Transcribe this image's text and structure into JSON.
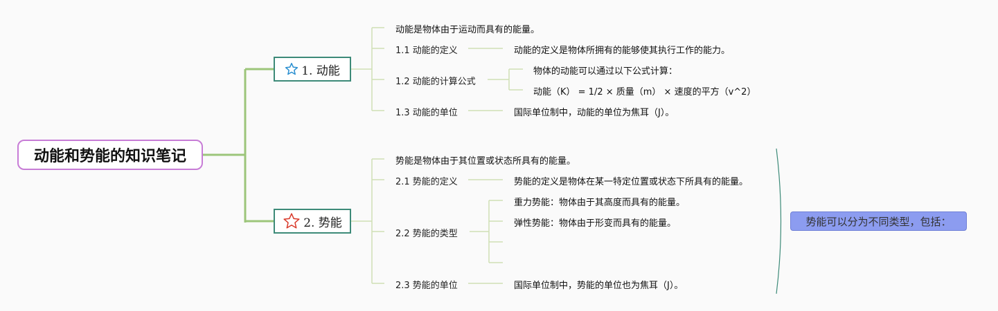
{
  "root": {
    "title": "动能和势能的知识笔记"
  },
  "branches": [
    {
      "label": "1. 动能",
      "icon": "star-outline-blue",
      "intro": "动能是物体由于运动而具有的能量。",
      "items": [
        {
          "label": "1.1 动能的定义",
          "details": [
            "动能的定义是物体所拥有的能够使其执行工作的能力。"
          ]
        },
        {
          "label": "1.2 动能的计算公式",
          "details": [
            "物体的动能可以通过以下公式计算：",
            "动能（K） = 1/2 × 质量（m） × 速度的平方（v^2）"
          ]
        },
        {
          "label": "1.3 动能的单位",
          "details": [
            "国际单位制中，动能的单位为焦耳（J）。"
          ]
        }
      ]
    },
    {
      "label": "2. 势能",
      "icon": "star-outline-red",
      "intro": "势能是物体由于其位置或状态所具有的能量。",
      "items": [
        {
          "label": "2.1 势能的定义",
          "details": [
            "势能的定义是物体在某一特定位置或状态下所具有的能量。"
          ]
        },
        {
          "label": "2.2 势能的类型",
          "details": [
            "重力势能：物体由于其高度而具有的能量。",
            "弹性势能：物体由于形变而具有的能量。",
            "",
            ""
          ]
        },
        {
          "label": "2.3 势能的单位",
          "details": [
            "国际单位制中，势能的单位也为焦耳（J）。"
          ]
        }
      ]
    }
  ],
  "summary": {
    "text": "势能可以分为不同类型，包括："
  },
  "colors": {
    "root_border": "#c77cd6",
    "branch_border": "#3c8a78",
    "connector_main": "#9cc57a",
    "connector_light": "#cfe0b5",
    "bracket": "#3c8a78",
    "summary_fill": "#8c9cf0",
    "star_blue": "#2a8fd0",
    "star_red": "#d93a2b"
  }
}
